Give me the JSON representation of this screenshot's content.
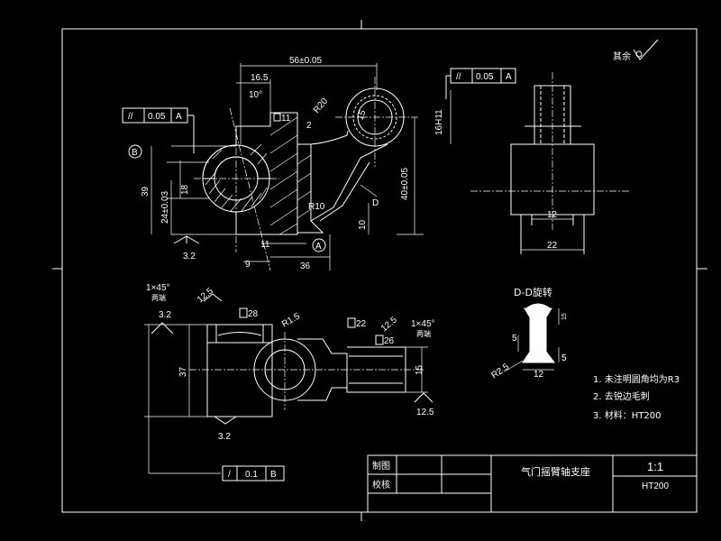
{
  "surface_finish": {
    "label": "其余",
    "symbol": "√"
  },
  "top_view": {
    "dim_56": "56±0.05",
    "dim_16_5": "16.5",
    "dim_10deg": "10°",
    "dim_11_box": "11",
    "dim_r20": "R20",
    "dim_d15": "15",
    "dim_2": "2",
    "dim_16h11": "16H11",
    "dim_40": "40±0.05",
    "dim_39": "39",
    "dim_18": "18",
    "dim_24": "24±0.03",
    "dim_r10": "R10",
    "dim_10": "10",
    "dim_11": "11",
    "dim_9": "9",
    "dim_36": "36",
    "section_arrow": "D",
    "datum_a": "A",
    "datum_b": "B",
    "rough_32": "3.2",
    "gtol_left": {
      "sym": "//",
      "val": "0.05",
      "ref": "A"
    },
    "gtol_right": {
      "sym": "//",
      "val": "0.05",
      "ref": "A"
    }
  },
  "side_view": {
    "dim_12": "12",
    "dim_22": "22"
  },
  "bottom_view": {
    "chamfer_left": "1×45°",
    "chamfer_left_note": "两端",
    "rough_125_a": "12.5",
    "rough_32_a": "3.2",
    "dim_28_box": "28",
    "dim_r15": "R1.5",
    "dim_22_box": "22",
    "dim_26_box": "26",
    "rough_125_b": "12.5",
    "chamfer_right": "1×45°",
    "chamfer_right_note": "两端",
    "dim_37": "37",
    "dim_15": "15",
    "rough_125_c": "12.5",
    "rough_32_b": "3.2",
    "gtol_bottom": {
      "sym": "/",
      "val": "0.1",
      "ref": "B"
    }
  },
  "section_dd": {
    "title": "D-D旋转",
    "dim_5a": "5",
    "dim_5b": "5",
    "dim_r25": "R2.5",
    "dim_12": "12",
    "dim_top": "15"
  },
  "notes": [
    "1. 未注明圆角均为R3",
    "2. 去锐边毛刺",
    "3. 材料：HT200"
  ],
  "title_block": {
    "draw_label": "制图",
    "check_label": "校核",
    "part_name": "气门摇臂轴支座",
    "scale": "1:1",
    "material": "HT200"
  }
}
